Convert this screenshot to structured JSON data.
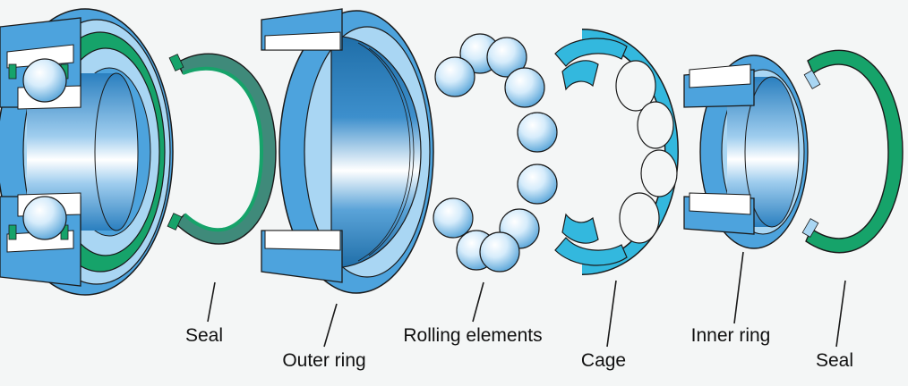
{
  "figure": {
    "labels": {
      "seal_left": "Seal",
      "outer_ring": "Outer ring",
      "rolling_elements": "Rolling elements",
      "cage": "Cage",
      "inner_ring": "Inner ring",
      "seal_right": "Seal"
    }
  },
  "colors": {
    "background": "#f4f6f6",
    "ring_blue": "#4da3dd",
    "ring_light": "#a9d6f3",
    "ring_dark": "#1f73ad",
    "seal_green": "#16a36a",
    "seal_teal": "#3f8a7a",
    "cage_blue": "#33b8de",
    "ball_light": "#e8f4fc",
    "outline": "#1a1a1a"
  }
}
